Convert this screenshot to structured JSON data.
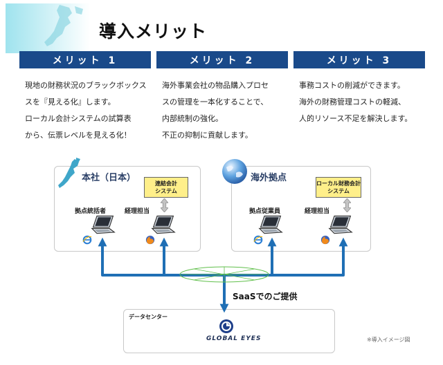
{
  "title": "導入メリット",
  "merits": [
    {
      "header": "メリット 1",
      "lines": [
        "現地の財務状況のブラックボックス",
        "スを『見える化』します。",
        "ローカル会計システムの試算表",
        "から、伝票レベルを見える化！"
      ]
    },
    {
      "header": "メリット 2",
      "lines": [
        "海外事業会社の物品購入プロセ",
        "スの管理を一本化することで、",
        "内部統制の強化。",
        "不正の抑制に貢献します。"
      ]
    },
    {
      "header": "メリット 3",
      "lines": [
        "事務コストの削減ができます。",
        "海外の財務管理コストの軽減、",
        "人的リソース不足を解決します。"
      ]
    }
  ],
  "diagram": {
    "hq": {
      "title": "本社（日本）",
      "system": [
        "連結会計",
        "システム"
      ],
      "roles": [
        "拠点統括者",
        "経理担当"
      ]
    },
    "overseas": {
      "title": "海外拠点",
      "system": [
        "ローカル財務会計",
        "システム"
      ],
      "roles": [
        "拠点従業員",
        "経理担当"
      ]
    },
    "saas": "SaaSでのご提供",
    "datacenter": "データセンター",
    "brand": "GLOBAL EYES",
    "note": "※導入イメージ図"
  },
  "colors": {
    "merit_header": "#1a4a8a",
    "arrow": "#1f6fb5",
    "system_box": "#ffef8a"
  }
}
